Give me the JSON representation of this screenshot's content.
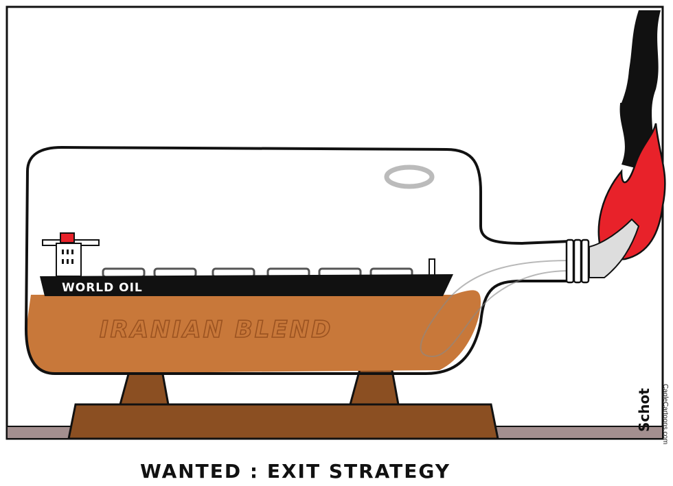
{
  "cartoon": {
    "ship_label": "WORLD OIL",
    "liquid_label": "IRANIAN BLEND",
    "caption": "WANTED : EXIT STRATEGY",
    "signature": "Schot",
    "credit": "CagleCartoons.com",
    "colors": {
      "oil": "#c8783a",
      "stand": "#8b4f22",
      "floor": "#a38f8f",
      "flame": "#e8222a",
      "hull": "#111111"
    }
  }
}
